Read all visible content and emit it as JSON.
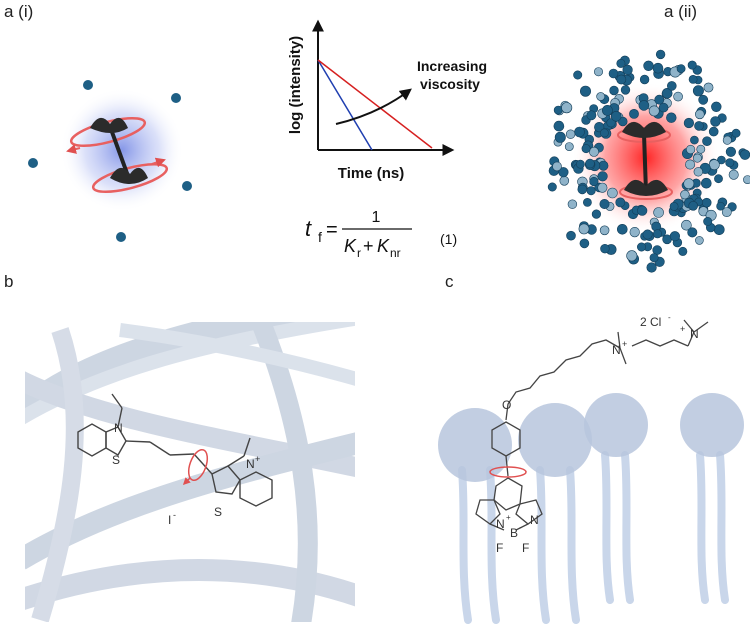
{
  "panels": {
    "a_i": "a (i)",
    "a_ii": "a (ii)",
    "b": "b",
    "c": "c"
  },
  "plot": {
    "ylabel": "log (intensity)",
    "xlabel": "Time (ns)",
    "annotation": "Increasing\nviscosity",
    "annotation_line1": "Increasing",
    "annotation_line2": "viscosity"
  },
  "equation": {
    "lhs": "t",
    "lhs_sub": "f",
    "equals": "=",
    "numerator": "1",
    "k1": "K",
    "k1_sub": "r",
    "plus": "+",
    "k2": "K",
    "k2_sub": "nr",
    "number": "(1)"
  },
  "panel_b": {
    "atoms": {
      "n1": "N",
      "s1": "S",
      "s2": "S",
      "n2": "N",
      "n2_charge": "+",
      "counterion": "I",
      "counterion_charge": "-"
    }
  },
  "panel_c": {
    "counterion": "2 Cl",
    "counterion_charge": "-",
    "atoms": {
      "o": "O",
      "n_plus_1": "N",
      "n_plus_2": "N",
      "plus": "+",
      "n_left": "N",
      "n_right": "N",
      "b": "B",
      "f1": "F",
      "f2": "F",
      "b_minus": "-"
    }
  },
  "colors": {
    "particle": "#1e5f85",
    "red_line": "#d62020",
    "blue_line": "#1f3fb0",
    "glow_blue": "#6a7fe0",
    "glow_red": "#ff2020",
    "membrane": "#b7c6dd",
    "fiber": "#c5cfdd",
    "rotor_ring": "#e86060"
  }
}
